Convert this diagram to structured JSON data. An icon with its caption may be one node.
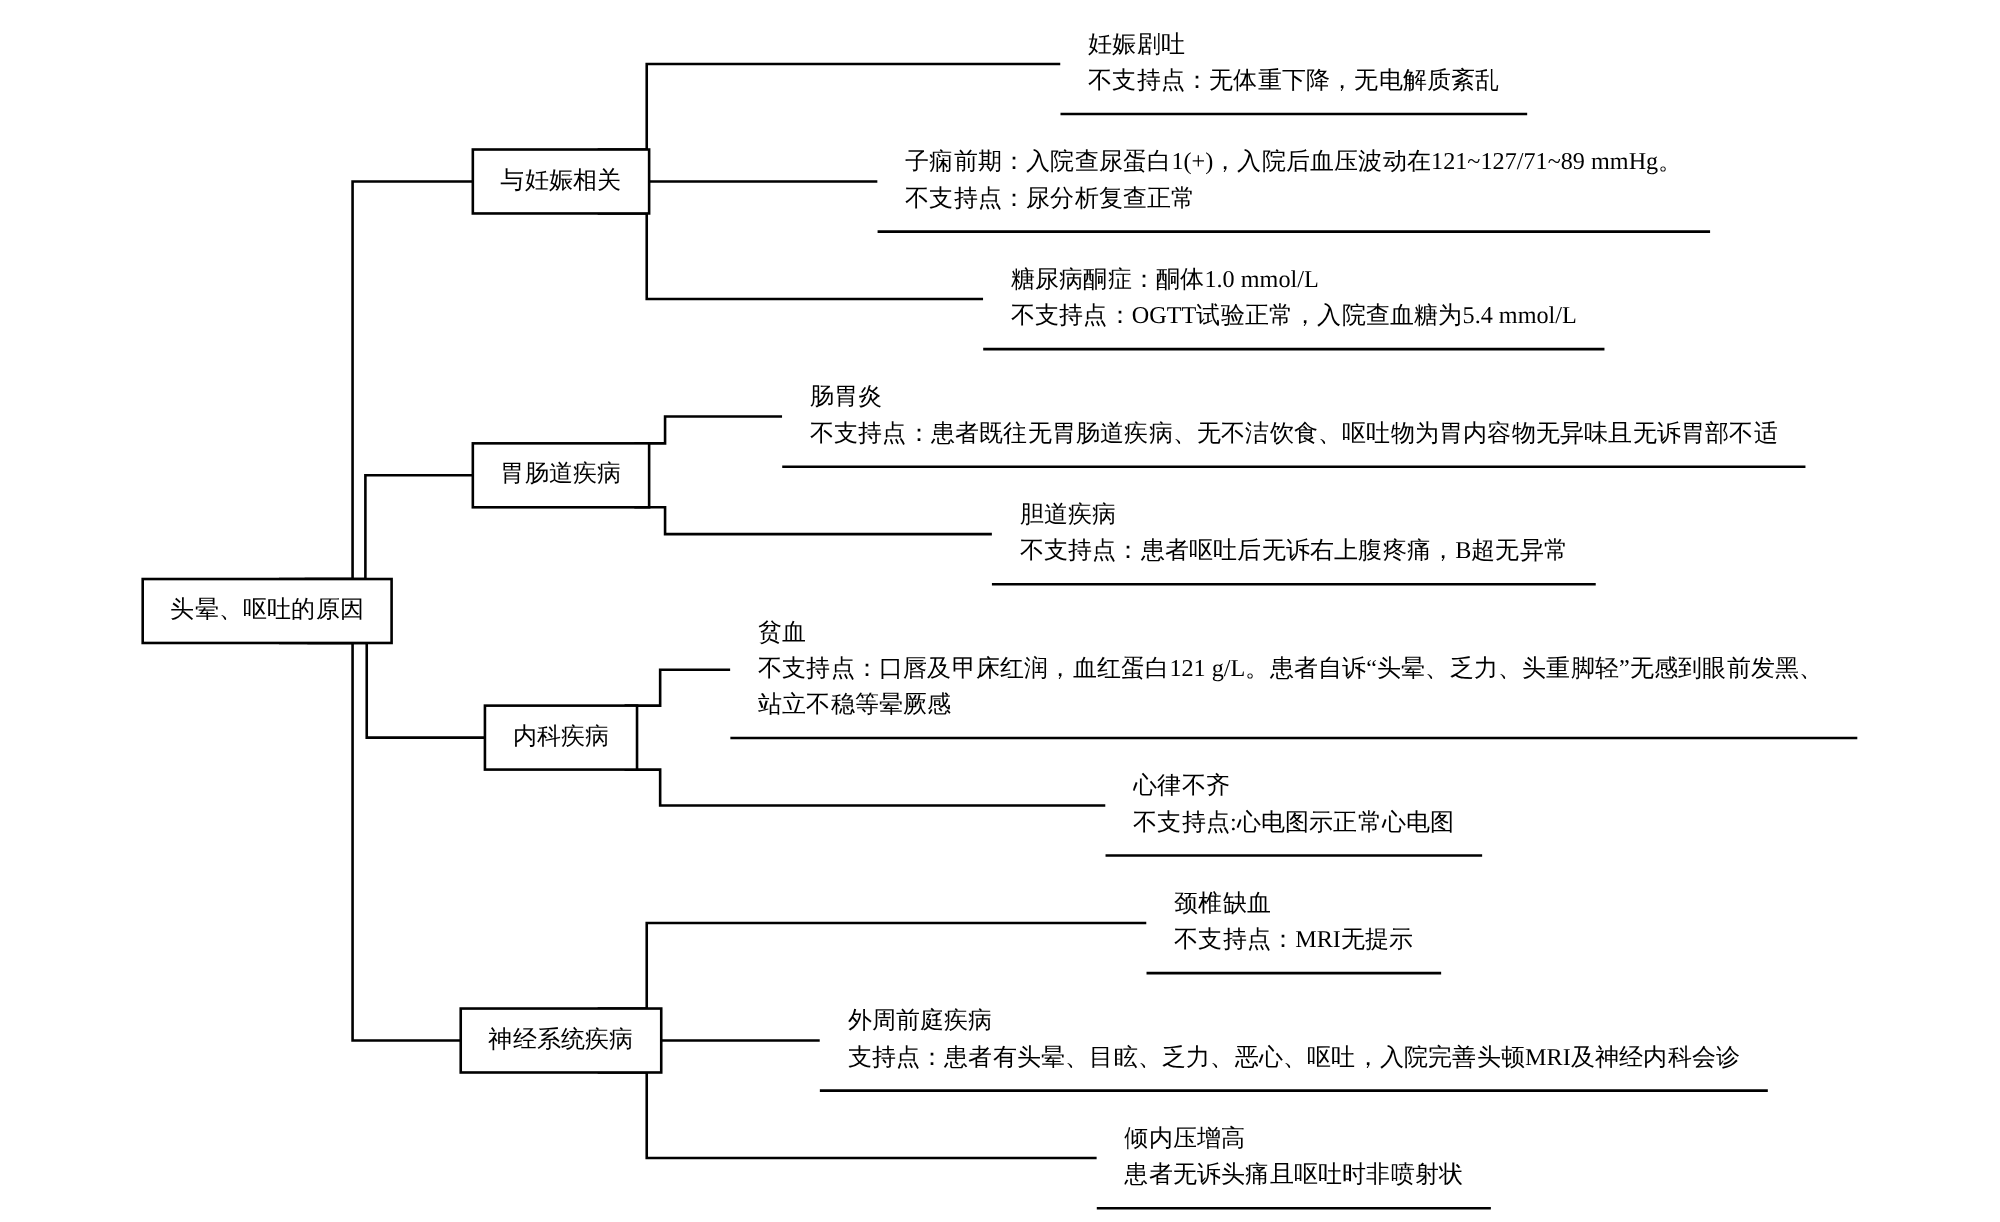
{
  "diagram": {
    "nodes": [
      {
        "text": [
          "头晕、呕吐的原因"
        ]
      },
      {
        "text": [
          "与妊娠相关"
        ]
      },
      {
        "text": [
          "妊娠剧吐",
          "不支持点：无体重下降，无电解质紊乱"
        ]
      },
      {
        "text": [
          "子痫前期：入院查尿蛋白1(+)，入院后血压波动在121~127/71~89 mmHg。",
          "不支持点：尿分析复查正常"
        ]
      },
      {
        "text": [
          "糖尿病酮症：酮体1.0 mmol/L",
          "不支持点：OGTT试验正常，入院查血糖为5.4 mmol/L"
        ]
      },
      {
        "text": [
          "胃肠道疾病"
        ]
      },
      {
        "text": [
          "肠胃炎",
          "不支持点：患者既往无胃肠道疾病、无不洁饮食、呕吐物为胃内容物无异味且无诉胃部不适"
        ]
      },
      {
        "text": [
          "胆道疾病",
          "不支持点：患者呕吐后无诉右上腹疼痛，B超无异常"
        ]
      },
      {
        "text": [
          "内科疾病"
        ]
      },
      {
        "text": [
          "贫血",
          "不支持点：口唇及甲床红润，血红蛋白121 g/L。患者自诉“头晕、乏力、头重脚轻”无感到眼前发黑、站立不稳等晕厥感"
        ]
      },
      {
        "text": [
          "心律不齐",
          "不支持点:心电图示正常心电图"
        ]
      },
      {
        "text": [
          "神经系统疾病"
        ]
      },
      {
        "text": [
          "颈椎缺血",
          "不支持点：MRI无提示"
        ]
      },
      {
        "text": [
          "外周前庭疾病",
          "支持点：患者有头晕、目眩、乏力、恶心、呕吐，入院完善头顿MRI及神经内科会诊"
        ]
      },
      {
        "text": [
          "倾内压增高",
          "患者无诉头痛且呕吐时非喷射状"
        ]
      }
    ],
    "edges": [
      {
        "from": 0,
        "to": 1,
        "arrow": "none"
      },
      {
        "from": 0,
        "to": 5,
        "arrow": "none"
      },
      {
        "from": 0,
        "to": 8,
        "arrow": "none"
      },
      {
        "from": 0,
        "to": 11,
        "arrow": "none"
      },
      {
        "from": 1,
        "to": 2,
        "arrow": "none"
      },
      {
        "from": 1,
        "to": 3,
        "arrow": "none"
      },
      {
        "from": 1,
        "to": 4,
        "arrow": "none"
      },
      {
        "from": 5,
        "to": 6,
        "arrow": "none"
      },
      {
        "from": 5,
        "to": 7,
        "arrow": "none"
      },
      {
        "from": 8,
        "to": 9,
        "arrow": "none"
      },
      {
        "from": 8,
        "to": 10,
        "arrow": "none"
      },
      {
        "from": 11,
        "to": 12,
        "arrow": "none"
      },
      {
        "from": 11,
        "to": 13,
        "arrow": "none"
      },
      {
        "from": 11,
        "to": 14,
        "arrow": "none"
      }
    ]
  }
}
